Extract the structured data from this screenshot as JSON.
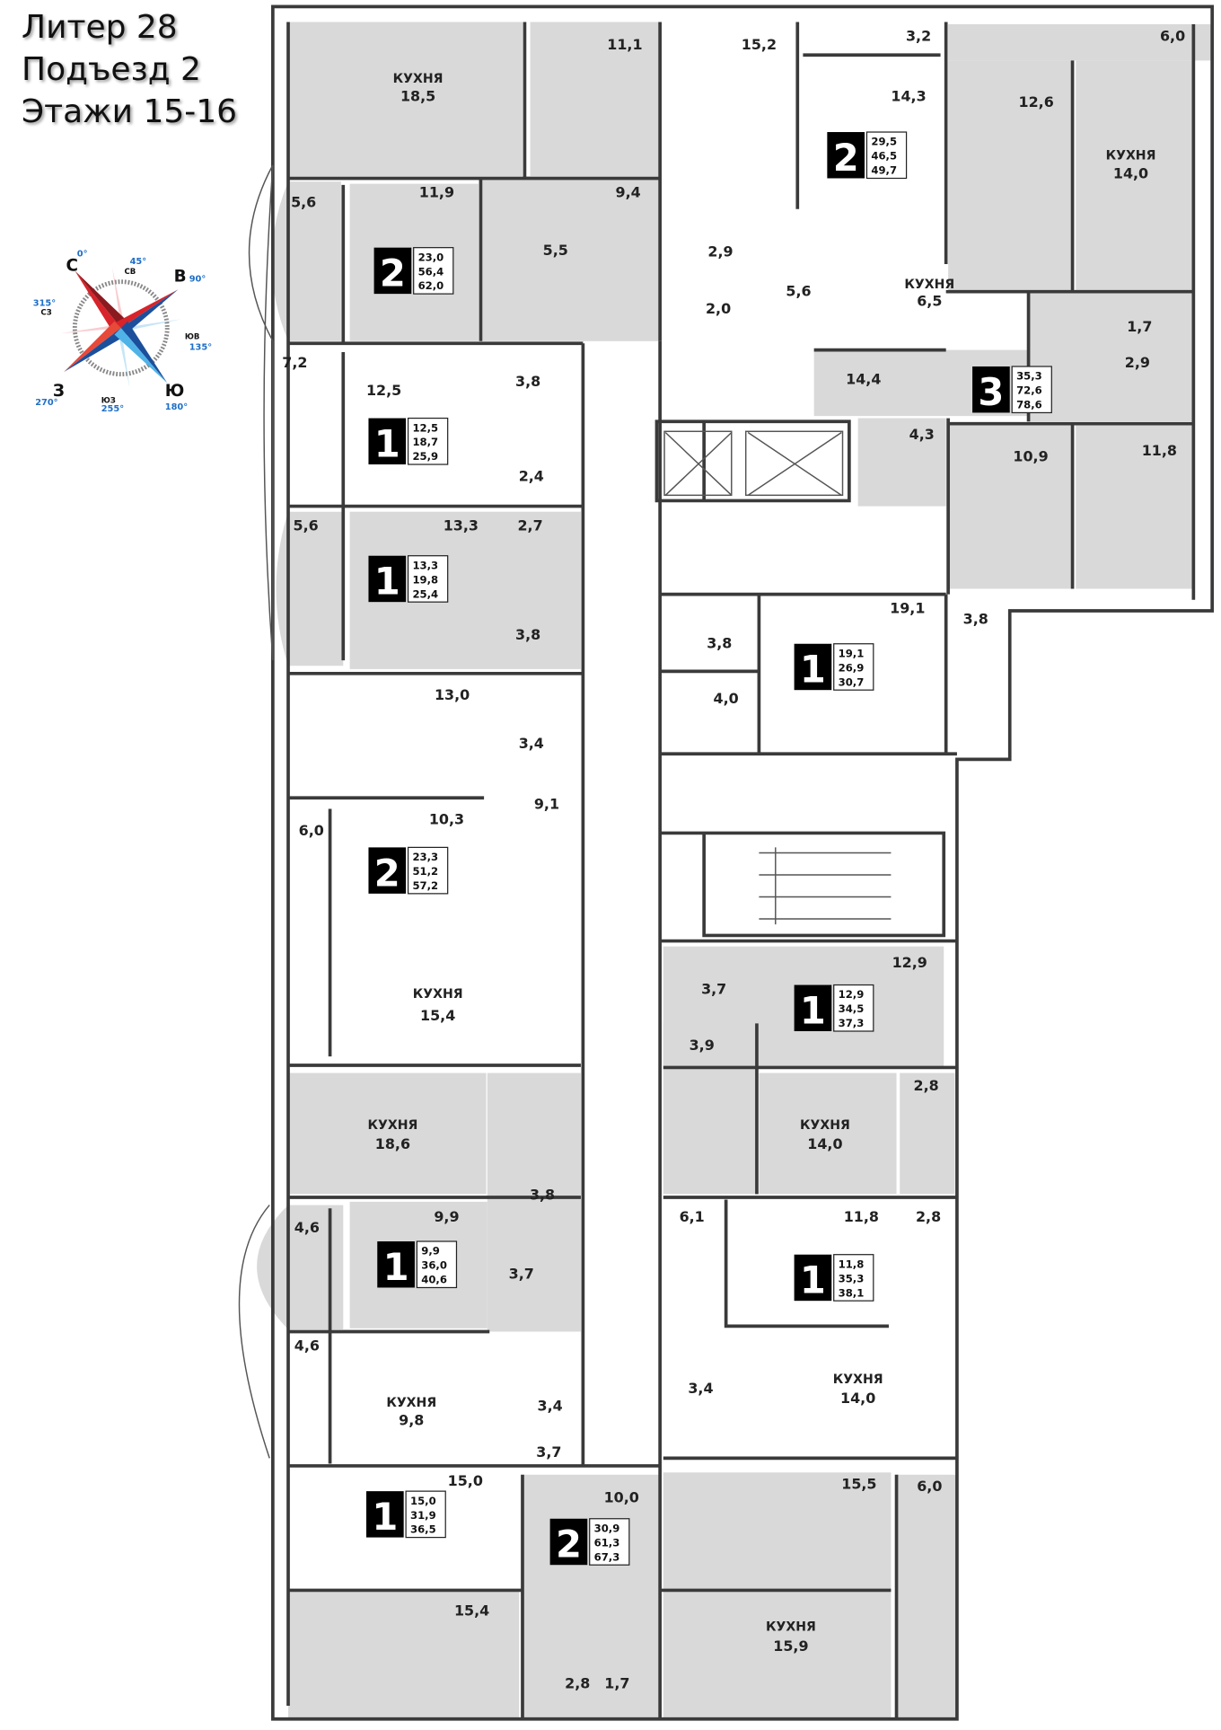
{
  "header": {
    "building": "Литер 28",
    "entrance": "Подъезд 2",
    "floors": "Этажи 15-16"
  },
  "compass": {
    "n": "С",
    "e": "В",
    "s": "Ю",
    "w": "З",
    "ne": "СВ",
    "nw": "СЗ",
    "se": "ЮВ",
    "sw": "ЮЗ",
    "deg_n": "0°",
    "deg_ne": "45°",
    "deg_e": "90°",
    "deg_se": "135°",
    "deg_s": "180°",
    "deg_sw": "255°",
    "deg_w": "270°",
    "deg_nw": "315°",
    "colors": {
      "north": "#d8232a",
      "south": "#1b4f9c",
      "light_blue": "#4fb3e8"
    }
  },
  "kitchen_label": "КУХНЯ",
  "apartments": [
    {
      "rooms": "2",
      "living": "23,0",
      "total": "56,4",
      "with_balcony": "62,0"
    },
    {
      "rooms": "2",
      "living": "29,5",
      "total": "46,5",
      "with_balcony": "49,7"
    },
    {
      "rooms": "3",
      "living": "35,3",
      "total": "72,6",
      "with_balcony": "78,6"
    },
    {
      "rooms": "1",
      "living": "12,5",
      "total": "18,7",
      "with_balcony": "25,9"
    },
    {
      "rooms": "1",
      "living": "13,3",
      "total": "19,8",
      "with_balcony": "25,4"
    },
    {
      "rooms": "1",
      "living": "19,1",
      "total": "26,9",
      "with_balcony": "30,7"
    },
    {
      "rooms": "2",
      "living": "23,3",
      "total": "51,2",
      "with_balcony": "57,2"
    },
    {
      "rooms": "1",
      "living": "12,9",
      "total": "34,5",
      "with_balcony": "37,3"
    },
    {
      "rooms": "1",
      "living": "9,9",
      "total": "36,0",
      "with_balcony": "40,6"
    },
    {
      "rooms": "1",
      "living": "11,8",
      "total": "35,3",
      "with_balcony": "38,1"
    },
    {
      "rooms": "1",
      "living": "15,0",
      "total": "31,9",
      "with_balcony": "36,5"
    },
    {
      "rooms": "2",
      "living": "30,9",
      "total": "61,3",
      "with_balcony": "67,3"
    }
  ],
  "kitchens": [
    "18,5",
    "14,0",
    "6,5",
    "15,4",
    "18,6",
    "14,0",
    "9,8",
    "14,0",
    "15,9"
  ],
  "rooms": [
    "11,1",
    "15,2",
    "3,2",
    "6,0",
    "14,3",
    "12,6",
    "5,6",
    "11,9",
    "9,4",
    "5,5",
    "2,9",
    "2,0",
    "5,6",
    "1,7",
    "2,9",
    "7,2",
    "12,5",
    "3,8",
    "14,4",
    "4,3",
    "10,9",
    "11,8",
    "2,4",
    "5,6",
    "13,3",
    "2,7",
    "19,1",
    "3,8",
    "3,8",
    "3,8",
    "4,0",
    "13,0",
    "3,4",
    "9,1",
    "6,0",
    "10,3",
    "12,9",
    "3,7",
    "3,9",
    "2,8",
    "3,8",
    "6,1",
    "11,8",
    "2,8",
    "9,9",
    "4,6",
    "3,7",
    "4,6",
    "3,4",
    "3,4",
    "3,7",
    "15,0",
    "10,0",
    "15,5",
    "6,0",
    "15,4",
    "2,8",
    "1,7"
  ],
  "colors": {
    "highlight": "#d9d9d9",
    "wall": "#3a3a3a",
    "badge": "#000000"
  }
}
